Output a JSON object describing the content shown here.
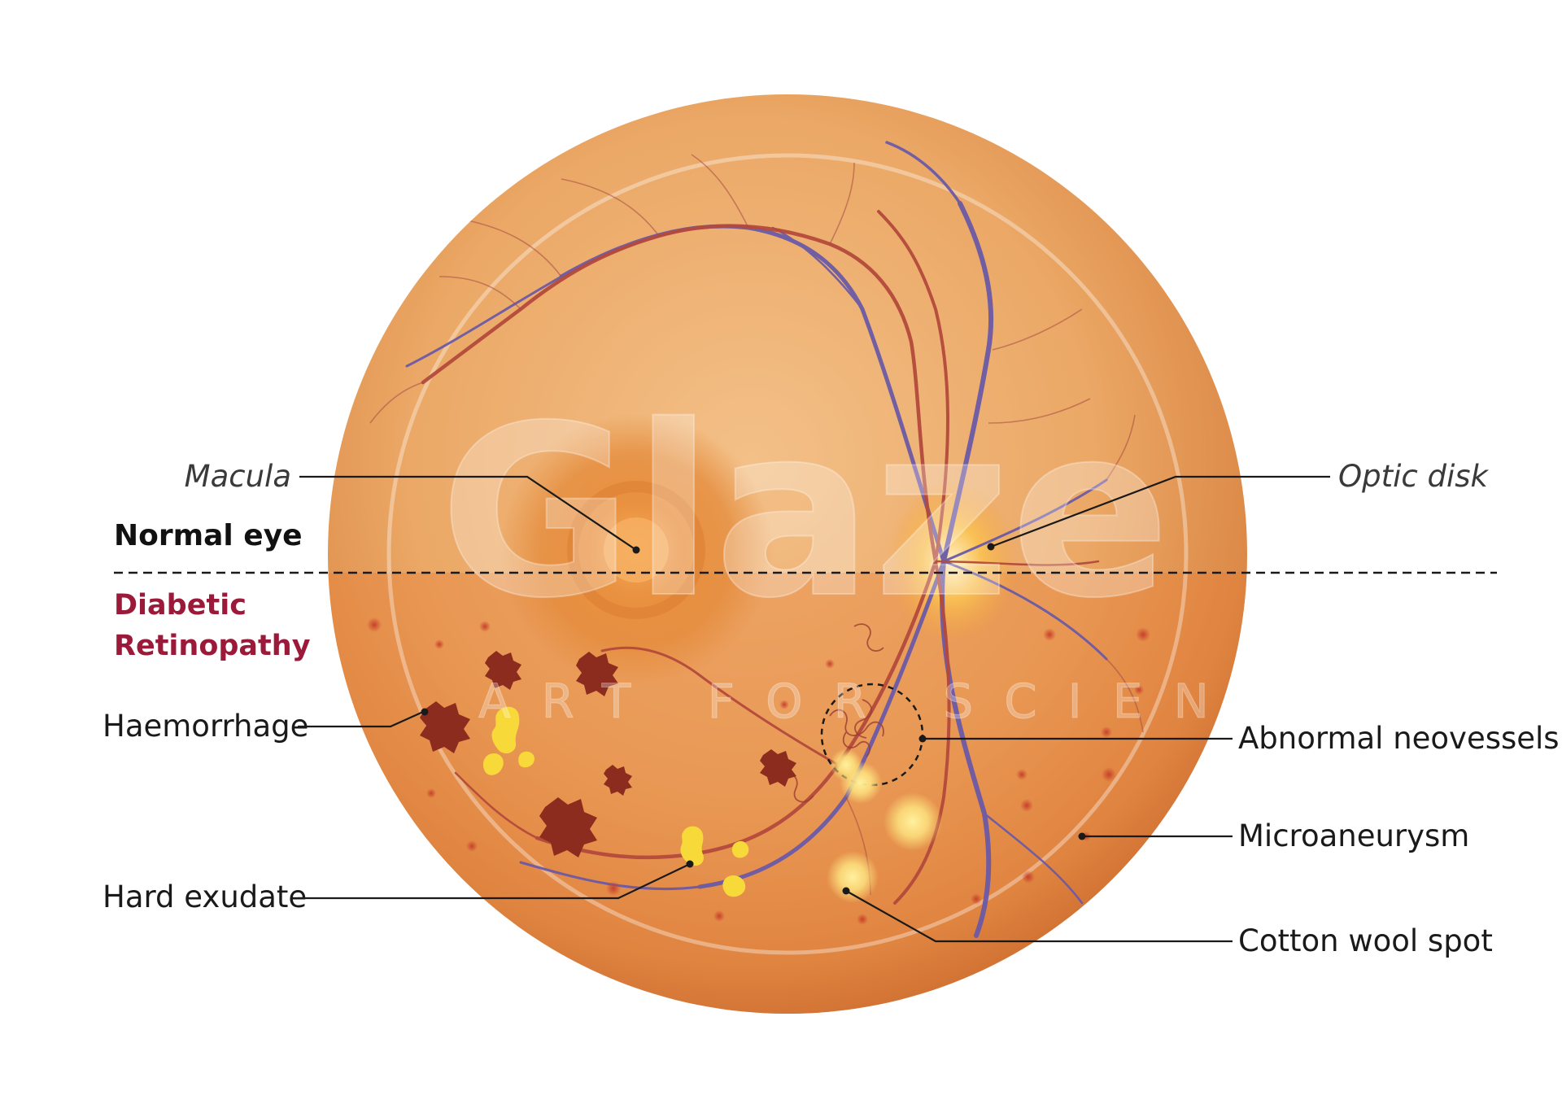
{
  "colors": {
    "fundus_light": "#f0b57c",
    "fundus_mid": "#e99a58",
    "fundus_edge": "#c86f37",
    "dr_tint": "#e47c33",
    "macula": "#e3833a",
    "optic_disk": "#f7b64a",
    "artery": "#b44a3c",
    "vein": "#6b5aa6",
    "haemorrhage": "#8b2c1f",
    "hard_exudate": "#f8d93a",
    "cotton_wool": "#fde27e",
    "microaneurysm": "#cc4a2e",
    "diabetic_label": "#9b1a3a",
    "leader_line": "#1a1a1a"
  },
  "sections": {
    "normal_eye": "Normal eye",
    "diabetic_retinopathy_line1": "Diabetic",
    "diabetic_retinopathy_line2": "Retinopathy"
  },
  "labels": {
    "macula": "Macula",
    "optic_disk": "Optic disk",
    "haemorrhage": "Haemorrhage",
    "hard_exudate": "Hard exudate",
    "abnormal_neovessels": "Abnormal neovessels",
    "microaneurysm": "Microaneurysm",
    "cotton_wool_spot": "Cotton wool spot"
  },
  "watermark": {
    "logo_text": "Glaze",
    "tagline": "ART FOR SCIENCE"
  }
}
